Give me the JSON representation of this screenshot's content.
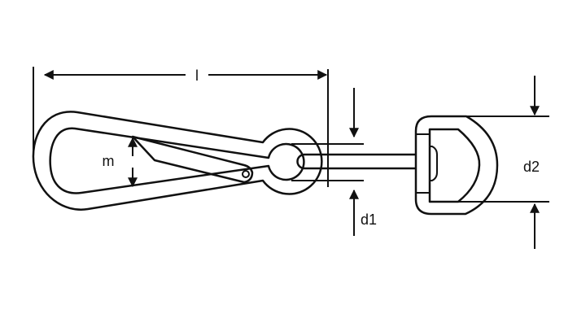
{
  "labels": {
    "length": "l",
    "opening": "m",
    "d1": "d1",
    "d2": "d2"
  },
  "colors": {
    "line": "#111111",
    "background": "#ffffff"
  }
}
